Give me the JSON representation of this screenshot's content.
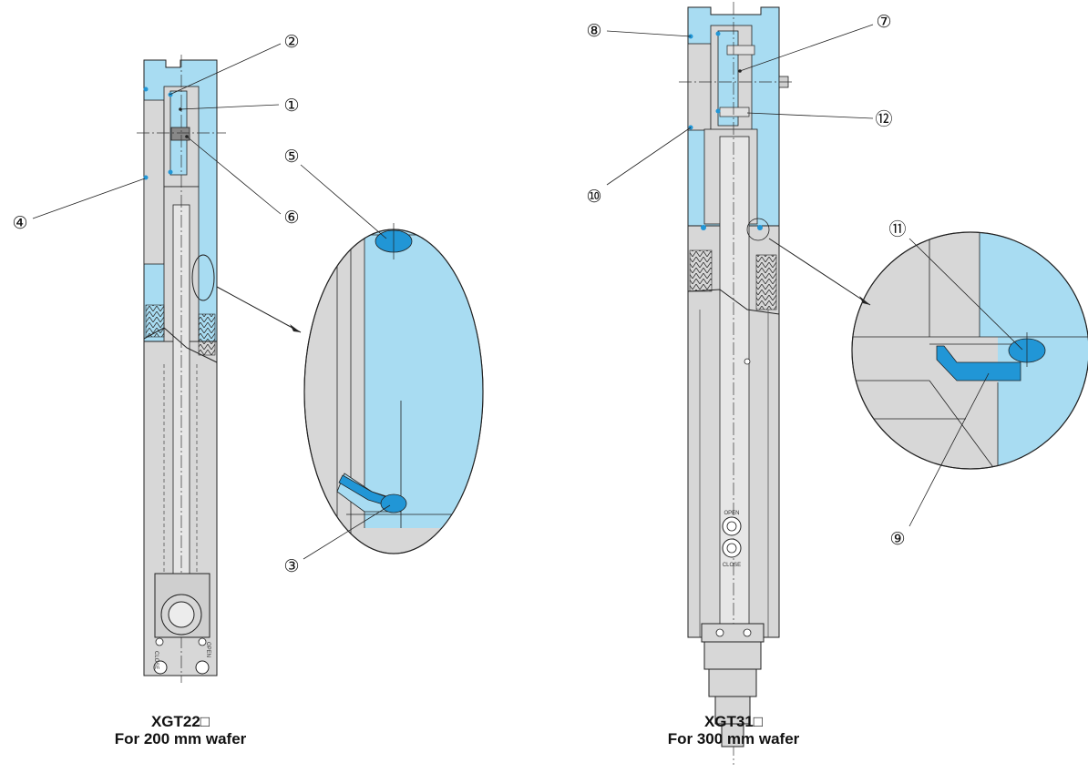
{
  "figures": [
    {
      "model": "XGT22□",
      "subtitle": "For 200 mm wafer",
      "port_labels": [
        "CLOSE",
        "OPEN"
      ]
    },
    {
      "model": "XGT31□",
      "subtitle": "For 300 mm wafer",
      "port_labels": [
        "OPEN",
        "CLOSE"
      ]
    }
  ],
  "callouts": {
    "c1": "①",
    "c2": "②",
    "c3": "③",
    "c4": "④",
    "c5": "⑤",
    "c6": "⑥",
    "c7": "⑦",
    "c8": "⑧",
    "c9": "⑨",
    "c10": "⑩",
    "c11": "⑪",
    "c12": "⑫"
  },
  "colors": {
    "seal_blue": "#2196d6",
    "body_blue": "#a8dcf2",
    "body_gray": "#d7d7d7",
    "line": "#222222"
  }
}
